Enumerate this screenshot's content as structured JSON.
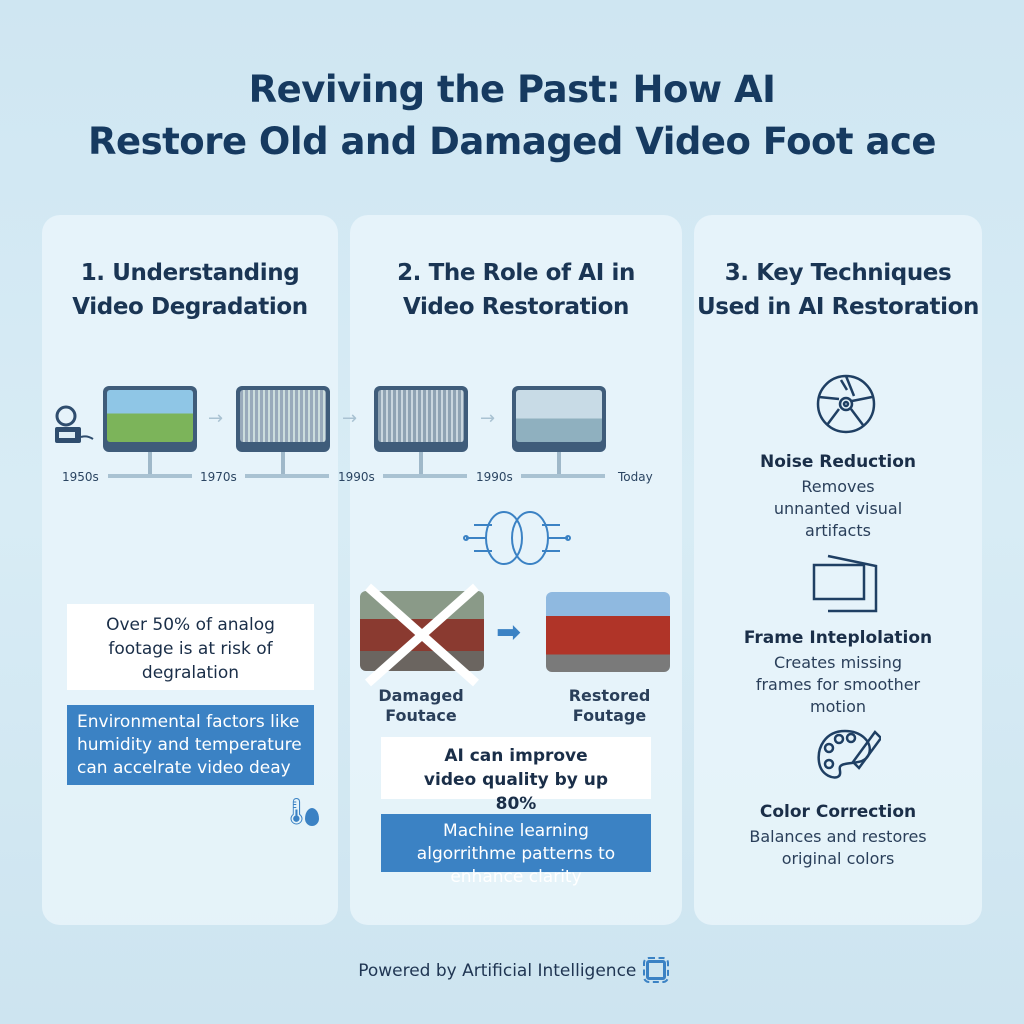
{
  "title": {
    "line1": "Reviving the Past: How AI",
    "line2": "Restore Old and Damaged Video Foot ace"
  },
  "sections": [
    {
      "title_l1": "1. Understanding",
      "title_l2": "Video Degradation",
      "timeline": [
        "1950s",
        "1970s",
        "1990s",
        "1990s",
        "Today"
      ],
      "stat": "Over 50% of analog footage is at risk of degralation",
      "note": "Environmental factors like humidity and temperature can accelrate video deay"
    },
    {
      "title_l1": "2. The Role of AI in",
      "title_l2": "Video Restoration",
      "damaged_label": "Damaged Foutace",
      "restored_label": "Restored Foutage",
      "stat": "AI can improve video quality by up 80%",
      "note": "Machine learning algorrithme patterns to enhance clarity"
    },
    {
      "title_l1": "3. Key Techniques",
      "title_l2": "Used in AI Restoration",
      "techniques": [
        {
          "name": "Noise Reduction",
          "desc": "Removes unnanted visual artifacts",
          "icon": "aperture-icon"
        },
        {
          "name": "Frame Inteplolation",
          "desc": "Creates missing frames for smoother motion",
          "icon": "frames-icon"
        },
        {
          "name": "Color Correction",
          "desc": "Balances and restores original colors",
          "icon": "palette-icon"
        }
      ]
    }
  ],
  "footer": "Powered by Artificial Intelligence",
  "colors": {
    "navy": "#163a60",
    "accent_blue": "#3b82c4",
    "background": "#d4e9f3"
  }
}
